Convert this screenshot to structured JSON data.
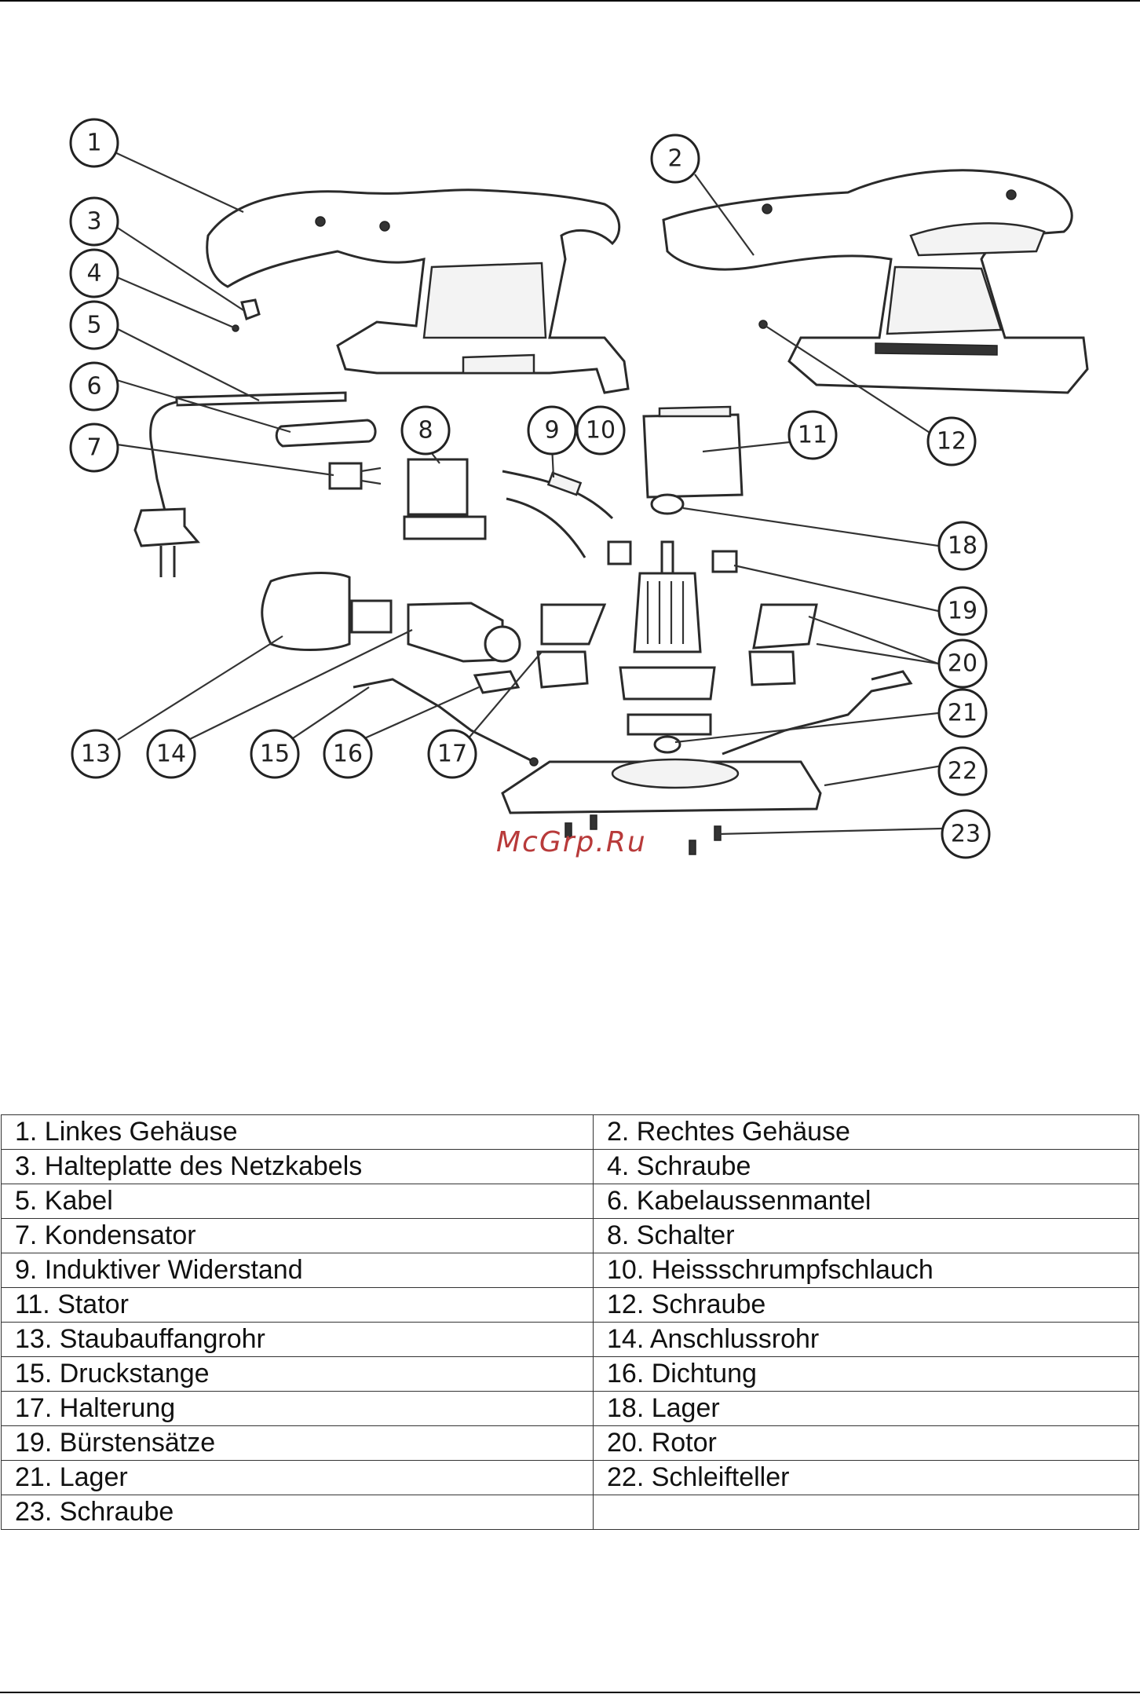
{
  "watermark": "McGrp.Ru",
  "callout_numbers": [
    "1",
    "2",
    "3",
    "4",
    "5",
    "6",
    "7",
    "8",
    "9",
    "10",
    "11",
    "12",
    "13",
    "14",
    "15",
    "16",
    "17",
    "18",
    "19",
    "20",
    "21",
    "22",
    "23"
  ],
  "parts_table": [
    [
      "1. Linkes Gehäuse",
      "2. Rechtes Gehäuse"
    ],
    [
      "3. Halteplatte des Netzkabels",
      "4. Schraube"
    ],
    [
      "5. Kabel",
      "6. Kabelaussenmantel"
    ],
    [
      "7. Kondensator",
      "8. Schalter"
    ],
    [
      "9. Induktiver Widerstand",
      "10. Heissschrumpfschlauch"
    ],
    [
      "11. Stator",
      "12. Schraube"
    ],
    [
      "13. Staubauffangrohr",
      "14. Anschlussrohr"
    ],
    [
      "15. Druckstange",
      "16. Dichtung"
    ],
    [
      "17. Halterung",
      "18. Lager"
    ],
    [
      "19. Bürstensätze",
      "20. Rotor"
    ],
    [
      "21. Lager",
      "22. Schleifteller"
    ],
    [
      "23. Schraube",
      ""
    ]
  ]
}
